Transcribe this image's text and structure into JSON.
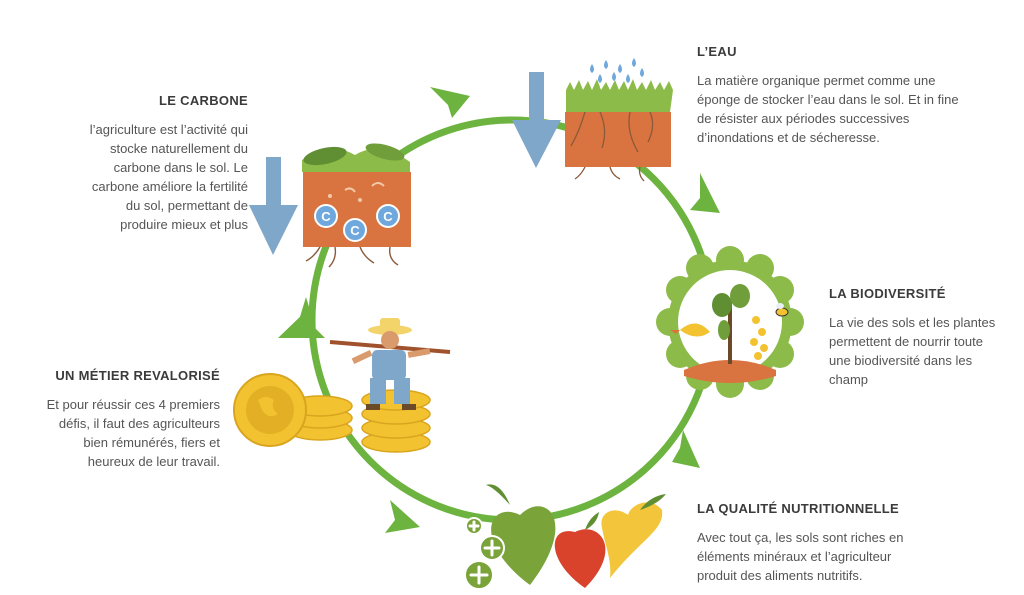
{
  "colors": {
    "cycle_green": "#6db33f",
    "arrow_blue": "#7fa7c9",
    "soil_orange": "#d9733f",
    "coin_gold": "#f2c230",
    "apple_green": "#7aa33a",
    "apple_red": "#d9432c",
    "apple_yellow": "#f2c53a",
    "text_grey": "#555555",
    "heading_dark": "#3b3b3b"
  },
  "sections": {
    "carbone": {
      "title": "LE CARBONE",
      "lines": [
        "l’agriculture est l’activité qui",
        "stocke naturellement du",
        "carbone dans le sol. Le",
        "carbone améliore la fertilité",
        "du sol, permettant de",
        "produire mieux et plus"
      ]
    },
    "eau": {
      "title": "L’EAU",
      "lines": [
        "La matière organique permet comme une",
        "éponge de stocker l’eau dans le sol. Et in fine",
        "de résister aux périodes successives",
        "d’inondations et de sécheresse."
      ]
    },
    "biodiversite": {
      "title": "LA BIODIVERSITÉ",
      "lines": [
        "La vie des sols et les plantes",
        "permettent de nourrir toute",
        "une biodiversité dans les",
        "champ"
      ]
    },
    "metier": {
      "title": "UN MÉTIER REVALORISÉ",
      "lines": [
        "Et pour réussir ces 4 premiers",
        "défis, il faut des agriculteurs",
        "bien rémunérés, fiers et",
        "heureux de leur travail."
      ]
    },
    "nutrition": {
      "title": "LA QUALITÉ NUTRITIONNELLE",
      "lines": [
        "Avec tout ça, les sols sont riches en",
        "éléments minéraux et l’agriculteur",
        "produit des aliments nutritifs."
      ]
    }
  },
  "carbon_badge_letter": "C",
  "icons": [
    "cycle-ring",
    "carbon-soil-block-icon",
    "water-soil-block-icon",
    "biodiversity-bush-icon",
    "farmer-on-coins-icon",
    "fruit-hearts-icon",
    "down-arrow-icon",
    "plus-icon"
  ]
}
